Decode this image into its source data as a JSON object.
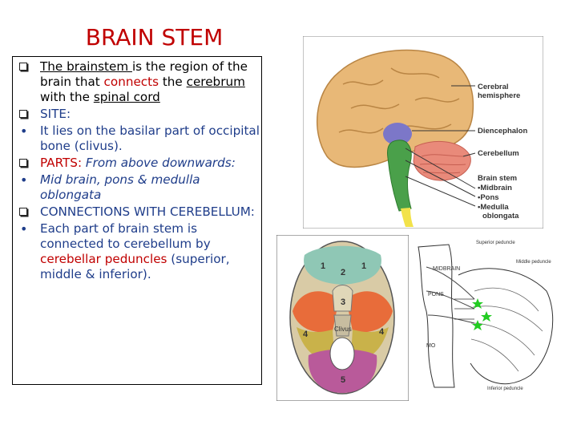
{
  "title": "BRAIN STEM",
  "bullets": {
    "b1": {
      "u1": "The brainstem ",
      "t1": "is the region of the brain that ",
      "red1": "connects",
      "t2": " the ",
      "u2": "cerebrum",
      "t3": " with the ",
      "u3": "spinal cord"
    },
    "b2": {
      "label": "SITE:"
    },
    "b3": {
      "text": "It lies on the basilar part of occipital bone (clivus)."
    },
    "b4": {
      "label": "PARTS:",
      "text": " From above downwards:"
    },
    "b5": {
      "text": "Mid brain, pons & medulla oblongata"
    },
    "b6": {
      "label": "CONNECTIONS WITH CEREBELLUM:"
    },
    "b7": {
      "t1": "Each part of brain stem is connected to cerebellum by ",
      "red1": "cerebellar peduncles",
      "t2": " (superior, middle & inferior)."
    }
  },
  "brain_figure": {
    "labels": {
      "cerebral": "Cerebral hemisphere",
      "diencephalon": "Diencephalon",
      "cerebellum": "Cerebellum",
      "brainstem": "Brain stem",
      "midbrain": "•Midbrain",
      "pons": "•Pons",
      "medulla": "•Medulla oblongata"
    }
  },
  "skull_figure": {
    "labels": {
      "n1a": "1",
      "n1b": "1",
      "n2": "2",
      "n3": "3",
      "n4a": "4",
      "n4b": "4",
      "n5": "5",
      "clivus": "Clivus"
    }
  },
  "peduncle_figure": {
    "labels": {
      "superior": "Superior peduncle",
      "middle": "Middle peduncle",
      "inferior": "Inferior peduncle",
      "midbrain": "MIDBRAIN",
      "pons": "PONS",
      "mo": "MO"
    }
  },
  "colors": {
    "title": "#c00000",
    "blue_text": "#1f3d8a",
    "star": "#22cc22"
  }
}
